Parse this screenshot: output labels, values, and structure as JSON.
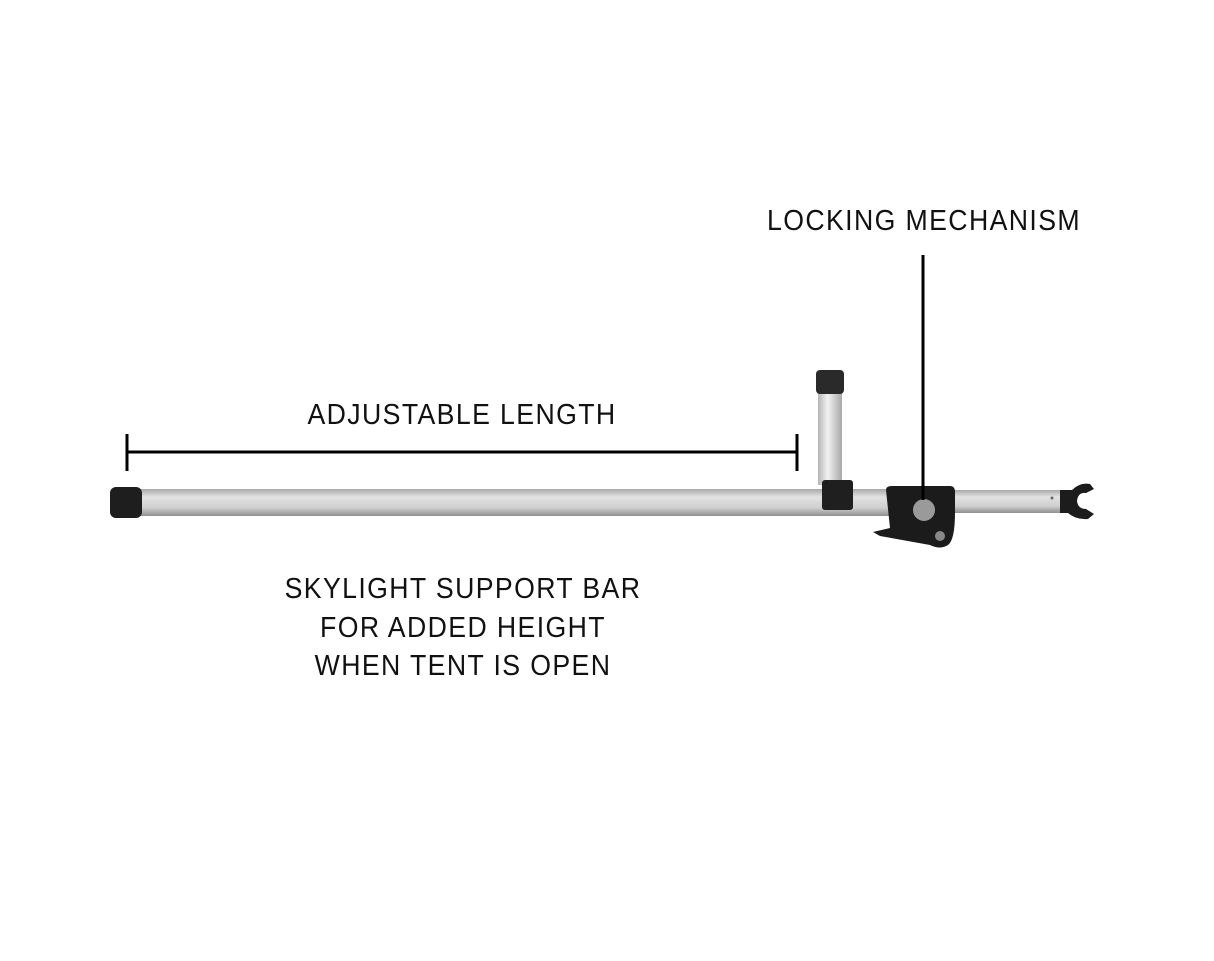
{
  "labels": {
    "locking_mechanism": "LOCKING MECHANISM",
    "adjustable_length": "ADJUSTABLE LENGTH",
    "description": [
      "SKYLIGHT SUPPORT BAR",
      "FOR ADDED HEIGHT",
      "WHEN TENT IS OPEN"
    ]
  },
  "colors": {
    "tube": "#c9c9c9",
    "plastic": "#1c1c1c",
    "line": "#000000"
  }
}
